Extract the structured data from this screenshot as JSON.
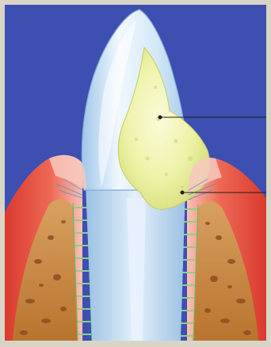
{
  "figure": {
    "subject": "tooth-with-calculus-illustration",
    "colors": {
      "background": "#3d4fb0",
      "frame": "#d9d5c6",
      "enamel": "#c9e3f7",
      "enamel_highlight": "#f1f8fd",
      "root": "#bcd5ec",
      "calculus": "#e9ef9a",
      "calculus_highlight": "#f7f7c8",
      "gum_outer": "#e84a3a",
      "gum_inner": "#f6b3a5",
      "bone": "#c98a3e",
      "bone_pores": "#8c4f1f",
      "ligament": "#8fcf86",
      "leader_line": "#1e1e1e"
    },
    "leader_lines": [
      {
        "name": "calculus-upper-pointer"
      },
      {
        "name": "calculus-lower-pointer"
      }
    ]
  }
}
